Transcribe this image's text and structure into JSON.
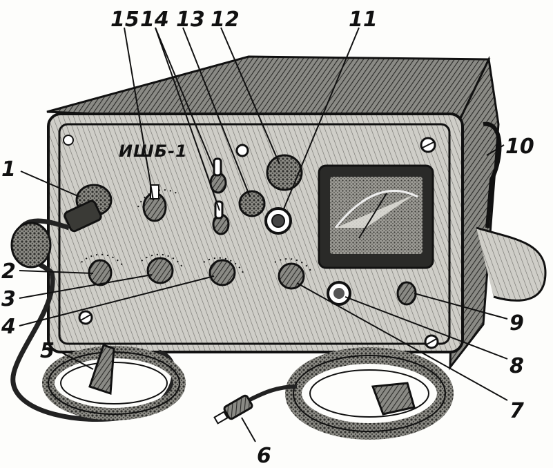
{
  "device": {
    "model_label": "ИШБ-1"
  },
  "callouts": {
    "c1": "1",
    "c2": "2",
    "c3": "3",
    "c4": "4",
    "c5": "5",
    "c6": "6",
    "c7": "7",
    "c8": "8",
    "c9": "9",
    "c10": "10",
    "c11": "11",
    "c12": "12",
    "c13": "13",
    "c14": "14",
    "c15": "15"
  },
  "colors": {
    "ink": "#111111",
    "body_shade": "#6a6a66",
    "panel": "#d9d8d2",
    "meter_face": "#bdbcb6"
  }
}
